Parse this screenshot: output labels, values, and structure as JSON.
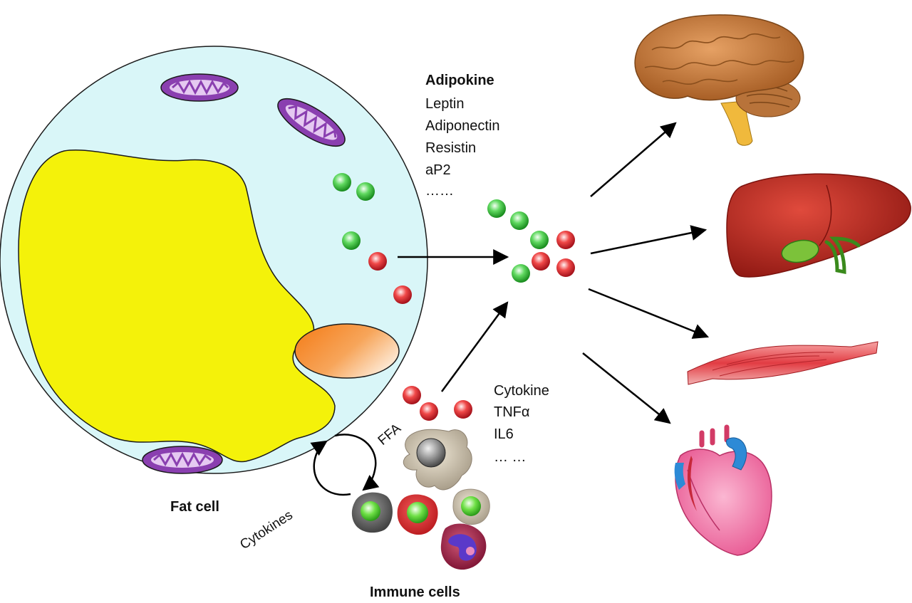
{
  "fat_cell": {
    "label": "Fat cell"
  },
  "adipokine": {
    "heading": "Adipokine",
    "items": [
      "Leptin",
      "Adiponectin",
      "Resistin",
      "aP2",
      "……"
    ]
  },
  "cytokine": {
    "heading": "Cytokine",
    "items": [
      "TNFα",
      "IL6",
      "… …"
    ]
  },
  "loop": {
    "ffa_label": "FFA",
    "cytokines_label": "Cytokines"
  },
  "immune": {
    "label": "Immune cells"
  },
  "colors": {
    "cell_membrane": "#d9f6f8",
    "lipid_droplet": "#f3f007",
    "nucleus": "#f58a22",
    "mitochondria": "#8a3fb0",
    "adipokine_particle": "#3cc43c",
    "cytokine_particle": "#e8202b",
    "brain": "#c98040",
    "liver": "#c0281f",
    "muscle": "#e5464b",
    "heart": "#ef6fa3"
  },
  "icons": [
    "brain-icon",
    "liver-icon",
    "muscle-icon",
    "heart-icon"
  ]
}
